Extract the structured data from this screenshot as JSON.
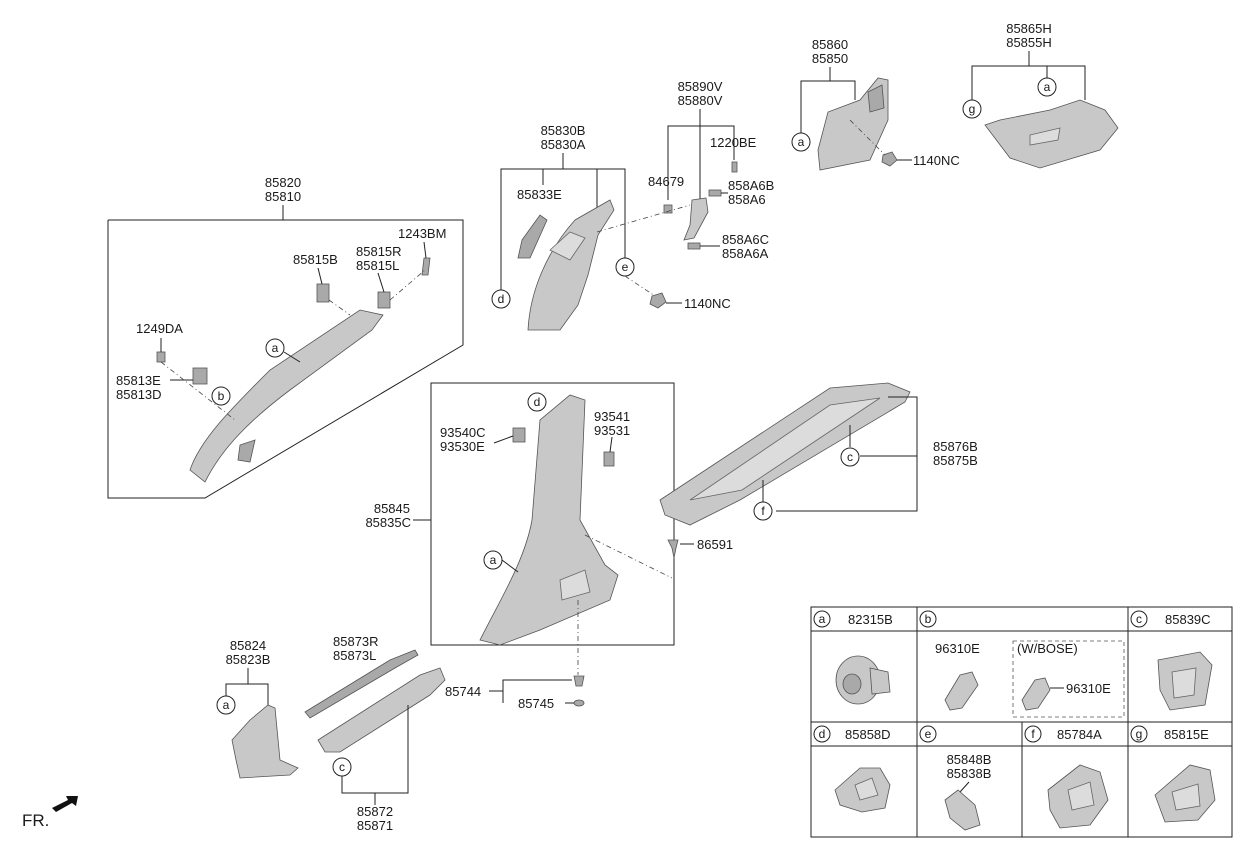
{
  "labels": {
    "p85820": "85820",
    "p85810": "85810",
    "p1243BM": "1243BM",
    "p85815B": "85815B",
    "p85815R": "85815R",
    "p85815L": "85815L",
    "p1249DA": "1249DA",
    "p85813E": "85813E",
    "p85813D": "85813D",
    "p85830B": "85830B",
    "p85830A": "85830A",
    "p85833E": "85833E",
    "p85890V": "85890V",
    "p85880V": "85880V",
    "p1220BE": "1220BE",
    "p84679": "84679",
    "p858A6B": "858A6B",
    "p858A6": "858A6",
    "p858A6C": "858A6C",
    "p858A6A": "858A6A",
    "p1140NC_a": "1140NC",
    "p1140NC_b": "1140NC",
    "p85860": "85860",
    "p85850": "85850",
    "p85865H": "85865H",
    "p85855H": "85855H",
    "p93540C": "93540C",
    "p93530E": "93530E",
    "p93541": "93541",
    "p93531": "93531",
    "p85876B": "85876B",
    "p85875B": "85875B",
    "p85845": "85845",
    "p85835C": "85835C",
    "p86591": "86591",
    "p85824": "85824",
    "p85823B": "85823B",
    "p85873R": "85873R",
    "p85873L": "85873L",
    "p85744": "85744",
    "p85745": "85745",
    "p85872": "85872",
    "p85871": "85871",
    "fr": "FR."
  },
  "callouts": {
    "a": "a",
    "b": "b",
    "c": "c",
    "d": "d",
    "e": "e",
    "f": "f",
    "g": "g"
  },
  "legend": {
    "a_part": "82315B",
    "b_part": "96310E",
    "b_bose_title": "(W/BOSE)",
    "b_bose_part": "96310E",
    "c_part": "85839C",
    "d_part": "85858D",
    "e_part1": "85848B",
    "e_part2": "85838B",
    "f_part": "85784A",
    "g_part": "85815E"
  }
}
